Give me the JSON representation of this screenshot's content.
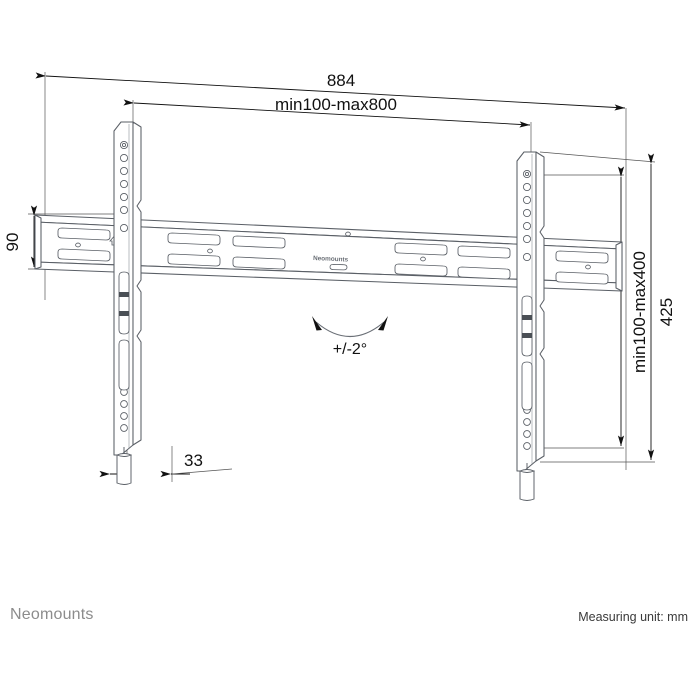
{
  "document": {
    "type": "technical-drawing",
    "product": "Neomounts flat TV wall mount",
    "background_color": "#ffffff",
    "line_color": "#5a5f66",
    "dim_color": "#1a1a1a",
    "brand_color": "#8c8c8c"
  },
  "dimensions": {
    "width_total": "884",
    "width_range": "min100-max800",
    "rail_height": "90",
    "height_total": "425",
    "height_range": "min100-max400",
    "depth": "33",
    "tilt_angle": "+/-2°"
  },
  "labels": {
    "rail_brand": "Neomounts"
  },
  "footer": {
    "brand": "Neomounts",
    "unit_note": "Measuring unit: mm"
  },
  "icons": {
    "arrow": "dimension-arrow",
    "tilt_arc": "tilt-arc-icon"
  }
}
